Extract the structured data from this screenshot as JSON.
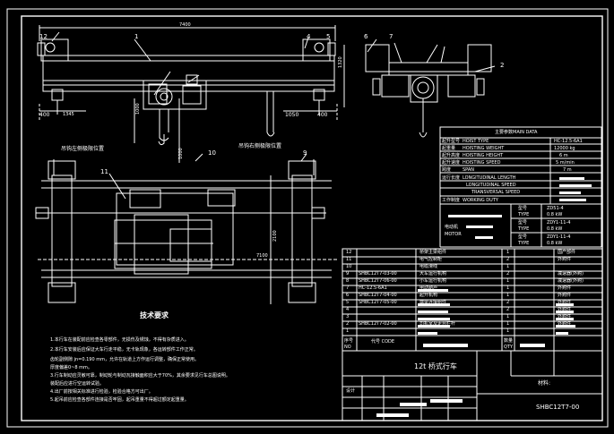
{
  "dimensions": {
    "top_span": "7400",
    "left_offset": "400",
    "left_offset2": "1345",
    "right_offset": "1050",
    "right_offset2": "400",
    "hook_dist_left": "1000",
    "hook_dist_right": "1000",
    "height_right": "1320",
    "plan_length": "7100",
    "plan_width": "2100"
  },
  "labels": {
    "hook_left_limit": "吊钩左侧极限位置",
    "hook_right_limit": "吊钩右侧极限位置",
    "balloons": [
      "12",
      "1",
      "4",
      "5",
      "6",
      "7",
      "2",
      "11",
      "10",
      "9"
    ]
  },
  "tech_requirements": {
    "title": "技术要求",
    "items": [
      "1.本行车在装配前应检查各零部件，无损伤及锈蚀，不得有杂质进入。",
      "2.本行车安装后应保证大车行走平稳，无卡轨现象，各运转部件工作正常。",
      "  齿轮副侧隙 jn=0.190 mm，允许在轨道上方作运行调整，确保正常使用。",
      "  厚度偏差0~8 mm。",
      "3.行车制动应灵敏可靠，制动轮与制动瓦接触面积应大于70%，其余要求见行车总图说明。",
      "  装配后应进行空运转试验。",
      "4.出厂前按相关标准进行检验，检验合格方可出厂。",
      "5.起吊前应检查各部件连接是否牢固，起吊重量不得超过额定起重量。"
    ]
  },
  "main_data": {
    "title": "主要参数MAIN DATA",
    "rows": [
      {
        "label_cn": "起升型号",
        "label_en": "HOIST TYPE",
        "value": "HC-12.5-6A1"
      },
      {
        "label_cn": "起重量",
        "label_en": "HOISTING WEIGHT",
        "value": "12000 kg"
      },
      {
        "label_cn": "起升高度",
        "label_en": "HOISTING HEIGHT",
        "value": "6 m"
      },
      {
        "label_cn": "起升速度",
        "label_en": "HOISTING SPEED",
        "value": "5 m/min"
      },
      {
        "label_cn": "跨度",
        "label_en": "SPAN",
        "value": "7 m"
      },
      {
        "label_cn": "运行长度",
        "label_en": "LONGITUDINAL LENGTH",
        "value": ""
      },
      {
        "label_cn": "",
        "label_en": "LONGITUDINAL SPEED",
        "value": ""
      },
      {
        "label_cn": "",
        "label_en": "TRANSVERSAL SPEED",
        "value": ""
      },
      {
        "label_cn": "工作制度",
        "label_en": "WORKING DUTY",
        "value": ""
      }
    ],
    "motor_label": "电动机",
    "motor_label_en": "MOTOR",
    "motor_rows": [
      {
        "key": "型号",
        "key_en": "TYPE",
        "value": "ZD51-4",
        "value2": "0.8 kW"
      },
      {
        "key": "型号",
        "key_en": "TYPE",
        "value": "ZDY1-11-4",
        "value2": "0.8 kW"
      },
      {
        "key": "型号",
        "key_en": "TYPE",
        "value": "ZDY1-11-4",
        "value2": "0.8 kW"
      }
    ]
  },
  "parts_list": {
    "rows": [
      {
        "no": "12",
        "code": "",
        "name": "桥架主梁组件",
        "qty": "1",
        "note": "国产部件"
      },
      {
        "no": "11",
        "code": "",
        "name": "电气控制柜",
        "qty": "2",
        "note": "外购件"
      },
      {
        "no": "10",
        "code": "",
        "name": "电缆滑线",
        "qty": "1",
        "note": ""
      },
      {
        "no": "9",
        "code": "SHBC12T7-03-00",
        "name": "大车运行机构",
        "qty": "2",
        "note": "减速器(外购)"
      },
      {
        "no": "8",
        "code": "SHBC12T7-06-00",
        "name": "小车运行机构",
        "qty": "1",
        "note": "减速器(外购)"
      },
      {
        "no": "7",
        "code": "HC-12.5-6A1",
        "name": "电动葫芦",
        "qty": "1",
        "note": "外购件"
      },
      {
        "no": "6",
        "code": "SHBC12T7-04-00",
        "name": "起升机构",
        "qty": "1",
        "note": "外购件"
      },
      {
        "no": "5",
        "code": "SHBC12T7-05-00",
        "name": "端梁连接组件",
        "qty": "2",
        "note": "外购件"
      },
      {
        "no": "4",
        "code": "",
        "name": "",
        "qty": "2",
        "note": "外购件"
      },
      {
        "no": "3",
        "code": "",
        "name": "",
        "qty": "1",
        "note": "外购件"
      },
      {
        "no": "2",
        "code": "SHBC12T7-02-00",
        "name": "司机室及走台栏杆",
        "qty": "1",
        "note": "外购件"
      },
      {
        "no": "1",
        "code": "",
        "name": "",
        "qty": "1",
        "note": ""
      }
    ],
    "header": {
      "no": "序号\nNO",
      "code": "代号 CODE",
      "qty": "数量\nQTY"
    },
    "title": "12t 桥式行车",
    "material_label": "材料:",
    "drawing_no": "SHBC12T7-00",
    "design_label": "设计"
  }
}
